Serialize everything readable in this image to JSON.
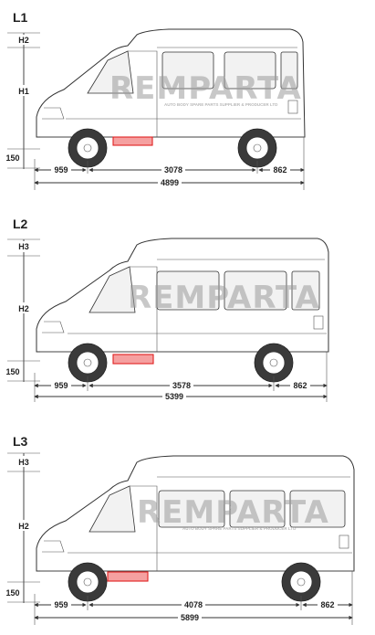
{
  "watermark": {
    "brand": "REMPARTA",
    "tagline": "AUTO BODY SPARE PARTS SUPPLIER & PRODUCER LTD"
  },
  "variants": [
    {
      "label": "L1",
      "top_dim": "H2",
      "mid_dim": "H1",
      "ground_clearance": "150",
      "front_overhang": "959",
      "wheelbase": "3078",
      "rear_overhang": "862",
      "overall_length": "4899"
    },
    {
      "label": "L2",
      "top_dim": "H3",
      "mid_dim": "H2",
      "ground_clearance": "150",
      "front_overhang": "959",
      "wheelbase": "3578",
      "rear_overhang": "862",
      "overall_length": "5399"
    },
    {
      "label": "L3",
      "top_dim": "H3",
      "mid_dim": "H2",
      "ground_clearance": "150",
      "front_overhang": "959",
      "wheelbase": "4078",
      "rear_overhang": "862",
      "overall_length": "5899"
    }
  ],
  "colors": {
    "highlight_fill": "#f5a0a0",
    "highlight_stroke": "#e02020",
    "lines": "#333333"
  }
}
